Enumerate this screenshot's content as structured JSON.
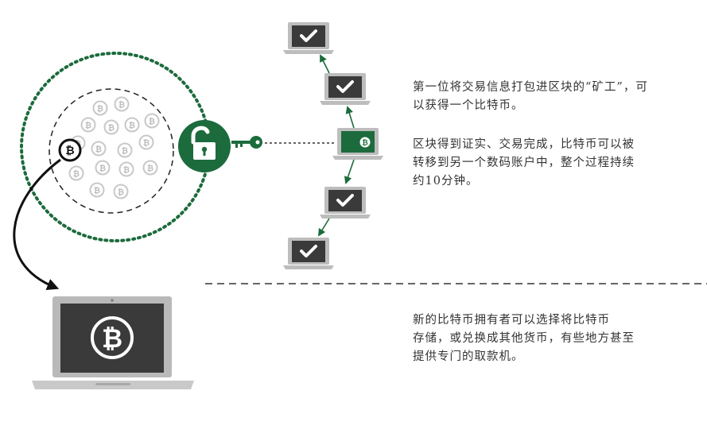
{
  "texts": {
    "miner_reward": "第一位将交易信息打包进区块的“矿工”，可\n以获得一个比特币。",
    "block_verified": "区块得到证实、交易完成，比特币可以被\n转移到另一个数码账户中，整个过程持续\n约10分钟。",
    "new_owner": "新的比特币拥有者可以选择将比特币\n存储，或兑换成其他货币，有些地方甚至\n提供专门的取款机。"
  },
  "icons": {
    "coin_symbol": "₿",
    "padlock": "unlocked-padlock-icon",
    "key": "key-icon",
    "check": "checkmark-icon"
  },
  "colors": {
    "accent_green": "#1c6b3c",
    "screen_dark": "#3a3a3a",
    "laptop_gray": "#b9b9b9",
    "coin_gray": "#c8c8c8"
  }
}
